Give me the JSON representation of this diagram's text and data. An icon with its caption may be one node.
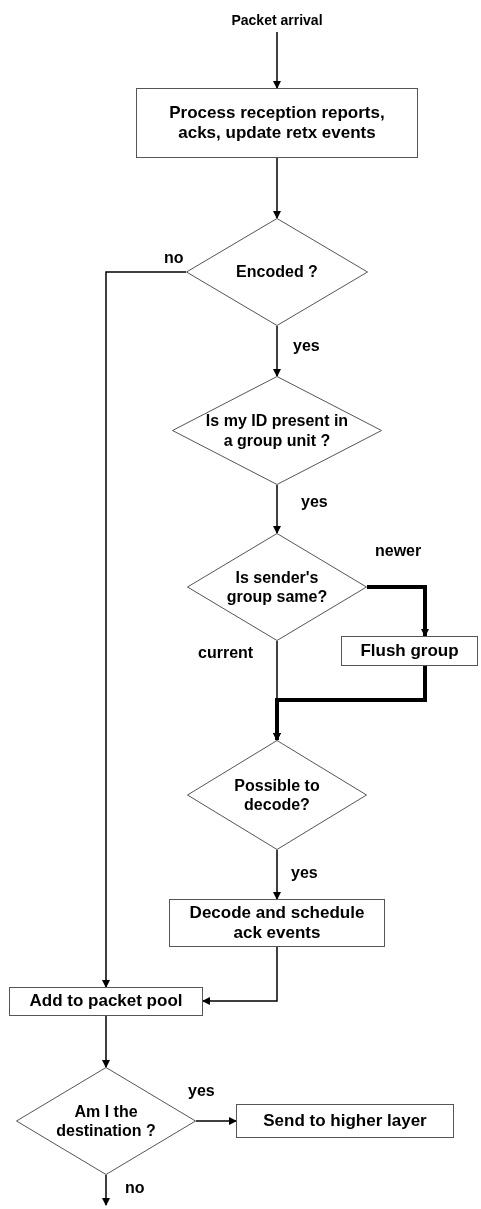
{
  "diagram": {
    "nodes": [
      {
        "text": [
          "Packet arrival"
        ]
      },
      {
        "text": [
          "Process reception reports, acks, update retx events"
        ]
      },
      {
        "text": [
          "Encoded ?"
        ]
      },
      {
        "text": [
          "Is my ID present in a group unit ?"
        ]
      },
      {
        "text": [
          "Is sender's group same?"
        ]
      },
      {
        "text": [
          "Flush group"
        ]
      },
      {
        "text": [
          "Possible to decode?"
        ]
      },
      {
        "text": [
          "Decode and schedule ack events"
        ]
      },
      {
        "text": [
          "Add to packet pool"
        ]
      },
      {
        "text": [
          "Am I the destination ?"
        ]
      },
      {
        "text": [
          "Send to higher layer"
        ]
      }
    ],
    "edges": [
      {
        "from": 0,
        "to": 1,
        "arrow": "to"
      },
      {
        "from": 1,
        "to": 2,
        "arrow": "to"
      },
      {
        "from": 2,
        "to": 8,
        "arrow": "to",
        "label": "no"
      },
      {
        "from": 2,
        "to": 3,
        "arrow": "to",
        "label": "yes"
      },
      {
        "from": 3,
        "to": 4,
        "arrow": "to",
        "label": "yes"
      },
      {
        "from": 4,
        "to": 5,
        "arrow": "to",
        "label": "newer",
        "style": "thick"
      },
      {
        "from": 4,
        "to": 6,
        "arrow": "to",
        "label": "current"
      },
      {
        "from": 5,
        "to": 6,
        "arrow": "to",
        "style": "thick"
      },
      {
        "from": 6,
        "to": 7,
        "arrow": "to",
        "label": "yes"
      },
      {
        "from": 7,
        "to": 8,
        "arrow": "to"
      },
      {
        "from": 8,
        "to": 9,
        "arrow": "to"
      },
      {
        "from": 9,
        "to": 10,
        "arrow": "to",
        "label": "yes"
      },
      {
        "from": 9,
        "to": null,
        "arrow": "to",
        "label": "no"
      }
    ]
  }
}
